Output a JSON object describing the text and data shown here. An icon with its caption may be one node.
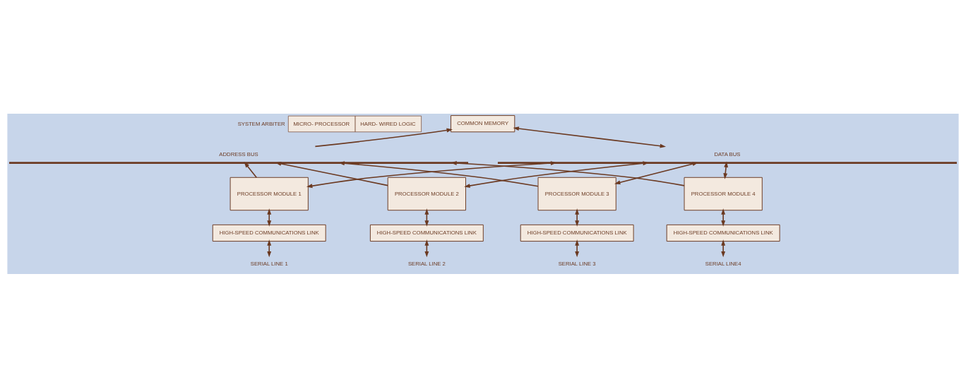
{
  "diagram": {
    "nodes": [
      {
        "text": [
          "SYSTEM ARBITER",
          "MICRO- PROCESSOR",
          "HARD- WIRED LOGIC"
        ]
      },
      {
        "text": [
          "COMMON MEMORY"
        ]
      },
      {
        "text": [
          "ADDRESS BUS"
        ]
      },
      {
        "text": [
          "DATA BUS"
        ]
      },
      {
        "text": [
          "PROCESSOR MODULE 1"
        ]
      },
      {
        "text": [
          "PROCESSOR MODULE 2"
        ]
      },
      {
        "text": [
          "PROCESSOR MODULE 3"
        ]
      },
      {
        "text": [
          "PROCESSOR MODULE 4"
        ]
      },
      {
        "text": [
          "HIGH-SPEED COMMUNICATIONS LINK"
        ]
      },
      {
        "text": [
          "HIGH-SPEED COMMUNICATIONS LINK"
        ]
      },
      {
        "text": [
          "HIGH-SPEED COMMUNICATIONS LINK"
        ]
      },
      {
        "text": [
          "HIGH-SPEED COMMUNICATIONS LINK"
        ]
      },
      {
        "text": [
          "SERIAL LINE 1"
        ]
      },
      {
        "text": [
          "SERIAL LINE 2"
        ]
      },
      {
        "text": [
          "SERIAL LINE 3"
        ]
      },
      {
        "text": [
          "SERIAL LINE4"
        ]
      }
    ],
    "edges": [
      {
        "from": 1,
        "to": 3,
        "arrow": "both"
      },
      {
        "from": 2,
        "to": 1,
        "arrow": "to"
      },
      {
        "from": 4,
        "to": 3,
        "arrow": "both"
      },
      {
        "from": 4,
        "to": 2,
        "arrow": "to"
      },
      {
        "from": 5,
        "to": 3,
        "arrow": "both"
      },
      {
        "from": 5,
        "to": 2,
        "arrow": "to"
      },
      {
        "from": 6,
        "to": 3,
        "arrow": "both"
      },
      {
        "from": 6,
        "to": 2,
        "arrow": "to"
      },
      {
        "from": 7,
        "to": 3,
        "arrow": "both"
      },
      {
        "from": 7,
        "to": 2,
        "arrow": "to"
      },
      {
        "from": 4,
        "to": 8,
        "arrow": "both"
      },
      {
        "from": 5,
        "to": 9,
        "arrow": "both"
      },
      {
        "from": 6,
        "to": 10,
        "arrow": "both"
      },
      {
        "from": 7,
        "to": 11,
        "arrow": "both"
      },
      {
        "from": 8,
        "to": 12,
        "arrow": "both"
      },
      {
        "from": 9,
        "to": 13,
        "arrow": "both"
      },
      {
        "from": 10,
        "to": 14,
        "arrow": "both"
      },
      {
        "from": 11,
        "to": 15,
        "arrow": "both"
      }
    ]
  }
}
